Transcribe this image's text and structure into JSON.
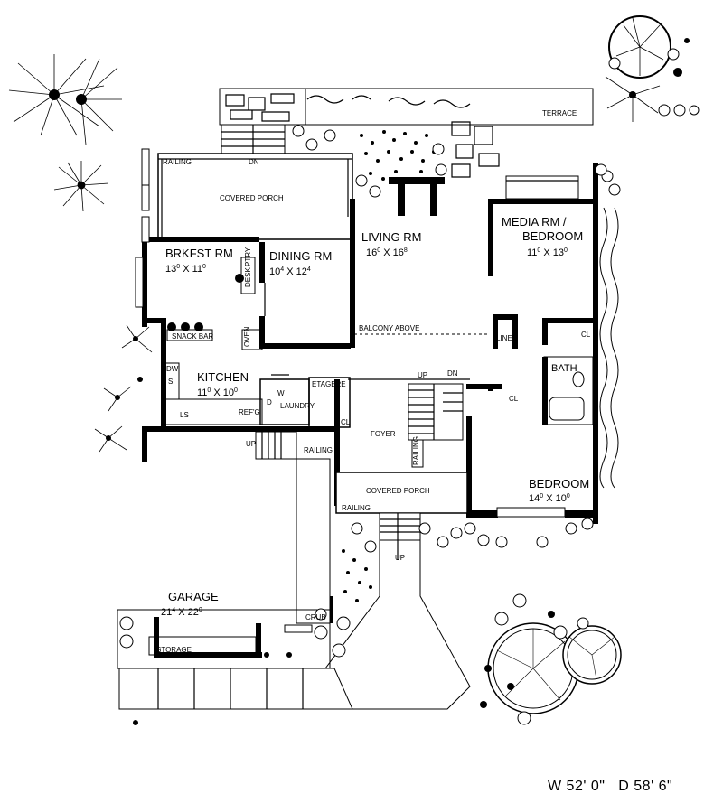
{
  "plan": {
    "rooms": {
      "terrace": "TERRACE",
      "covered_porch_rear": "COVERED PORCH",
      "railing_rear": "RAILING",
      "dn_rear": "DN",
      "brkfst": {
        "name": "BRKFST RM",
        "dim_w": "13",
        "dim_w_sup": "0",
        "dim_d": "11",
        "dim_d_sup": "0"
      },
      "dining": {
        "name": "DINING RM",
        "dim_w": "10",
        "dim_w_sup": "4",
        "dim_d": "12",
        "dim_d_sup": "4"
      },
      "living": {
        "name": "LIVING RM",
        "dim_w": "16",
        "dim_w_sup": "0",
        "dim_d": "16",
        "dim_d_sup": "8"
      },
      "media": {
        "name1": "MEDIA RM /",
        "name2": "BEDROOM",
        "dim_w": "11",
        "dim_w_sup": "0",
        "dim_d": "13",
        "dim_d_sup": "0"
      },
      "kitchen": {
        "name": "KITCHEN",
        "dim_w": "11",
        "dim_w_sup": "0",
        "dim_d": "10",
        "dim_d_sup": "0"
      },
      "bedroom": {
        "name": "BEDROOM",
        "dim_w": "14",
        "dim_w_sup": "0",
        "dim_d": "10",
        "dim_d_sup": "0"
      },
      "garage": {
        "name": "GARAGE",
        "dim_w": "21",
        "dim_w_sup": "4",
        "dim_d": "22",
        "dim_d_sup": "0"
      },
      "foyer": "FOYER",
      "bath": "BATH",
      "linen": "LINEN",
      "laundry": "LAUNDRY",
      "etagere": "ETAGERE",
      "snack_bar": "SNACK BAR",
      "oven": "OVEN",
      "desk": "DESK",
      "ptry": "PTRY",
      "dw": "DW",
      "s": "S",
      "ls": "LS",
      "refg": "REF'G",
      "w": "W",
      "d": "D",
      "cl": "CL",
      "balcony": "BALCONY ABOVE",
      "up": "UP",
      "dn": "DN",
      "railing": "RAILING",
      "covered_porch_front": "COVERED PORCH",
      "storage": "STORAGE",
      "crub": "CRUB"
    },
    "footer": {
      "width": "W 52' 0\"",
      "depth": "D 58' 6\""
    }
  }
}
